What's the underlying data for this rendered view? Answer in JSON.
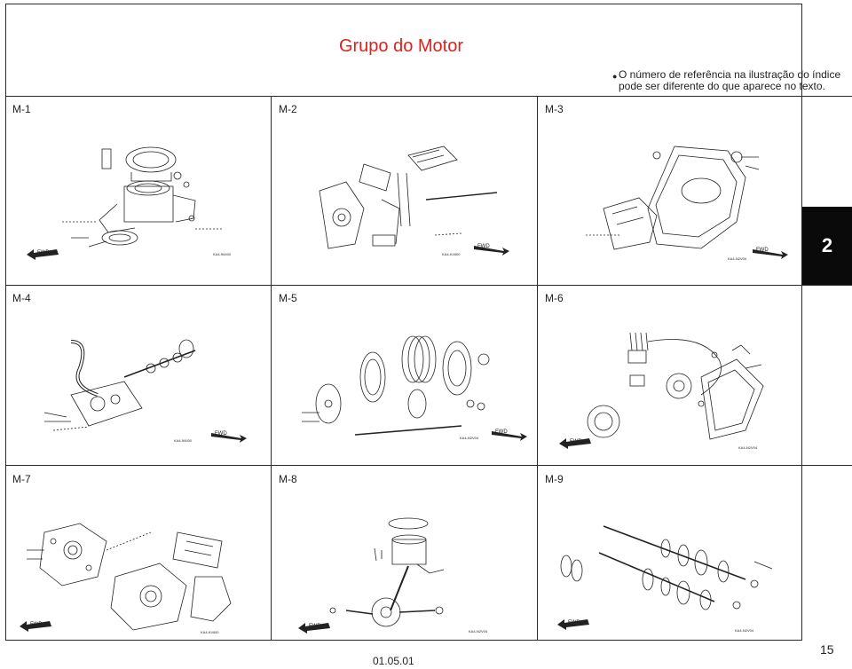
{
  "header": {
    "title": "Grupo do Motor",
    "note_line1": "O número de referência na ilustração do índice",
    "note_line2": "pode ser diferente do que aparece no texto."
  },
  "section_tab": "2",
  "cells": [
    {
      "label": "M-1",
      "code": "KA4-9I4I00"
    },
    {
      "label": "M-2",
      "code": "KA4-KI4I00"
    },
    {
      "label": "M-3",
      "code": "KA4-N2V04"
    },
    {
      "label": "M-4",
      "code": "KA4-9I4I00"
    },
    {
      "label": "M-5",
      "code": "KA4-N2V04"
    },
    {
      "label": "M-6",
      "code": "KA4-N2V04"
    },
    {
      "label": "M-7",
      "code": "KA4-KI4I00"
    },
    {
      "label": "M-8",
      "code": "KA4-N2V04"
    },
    {
      "label": "M-9",
      "code": "KA4-N2V04"
    }
  ],
  "fwd_label": "FWD",
  "icons": {
    "fwd": "fwd-arrow-icon",
    "bullet": "bullet-icon"
  },
  "footer": {
    "date": "01.05.01",
    "page_number": "15"
  },
  "colors": {
    "title": "#e0201c",
    "tab_bg": "#0a0a0a",
    "rule": "#2a2a2a"
  }
}
